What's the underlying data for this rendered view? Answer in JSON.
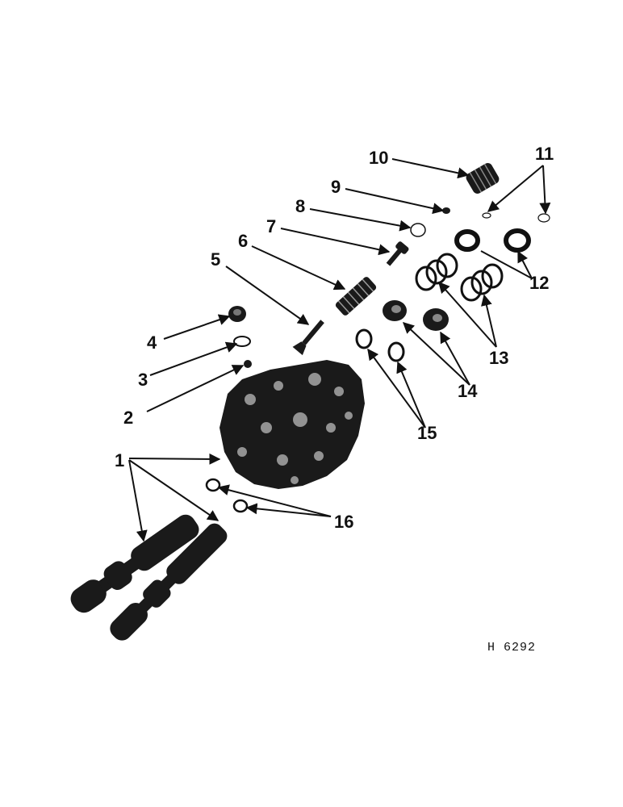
{
  "diagram": {
    "reference": "H 6292",
    "callouts": {
      "c1": "1",
      "c2": "2",
      "c3": "3",
      "c4": "4",
      "c5": "5",
      "c6": "6",
      "c7": "7",
      "c8": "8",
      "c9": "9",
      "c10": "10",
      "c11": "11",
      "c12": "12",
      "c13": "13",
      "c14": "14",
      "c15": "15",
      "c16": "16"
    }
  }
}
